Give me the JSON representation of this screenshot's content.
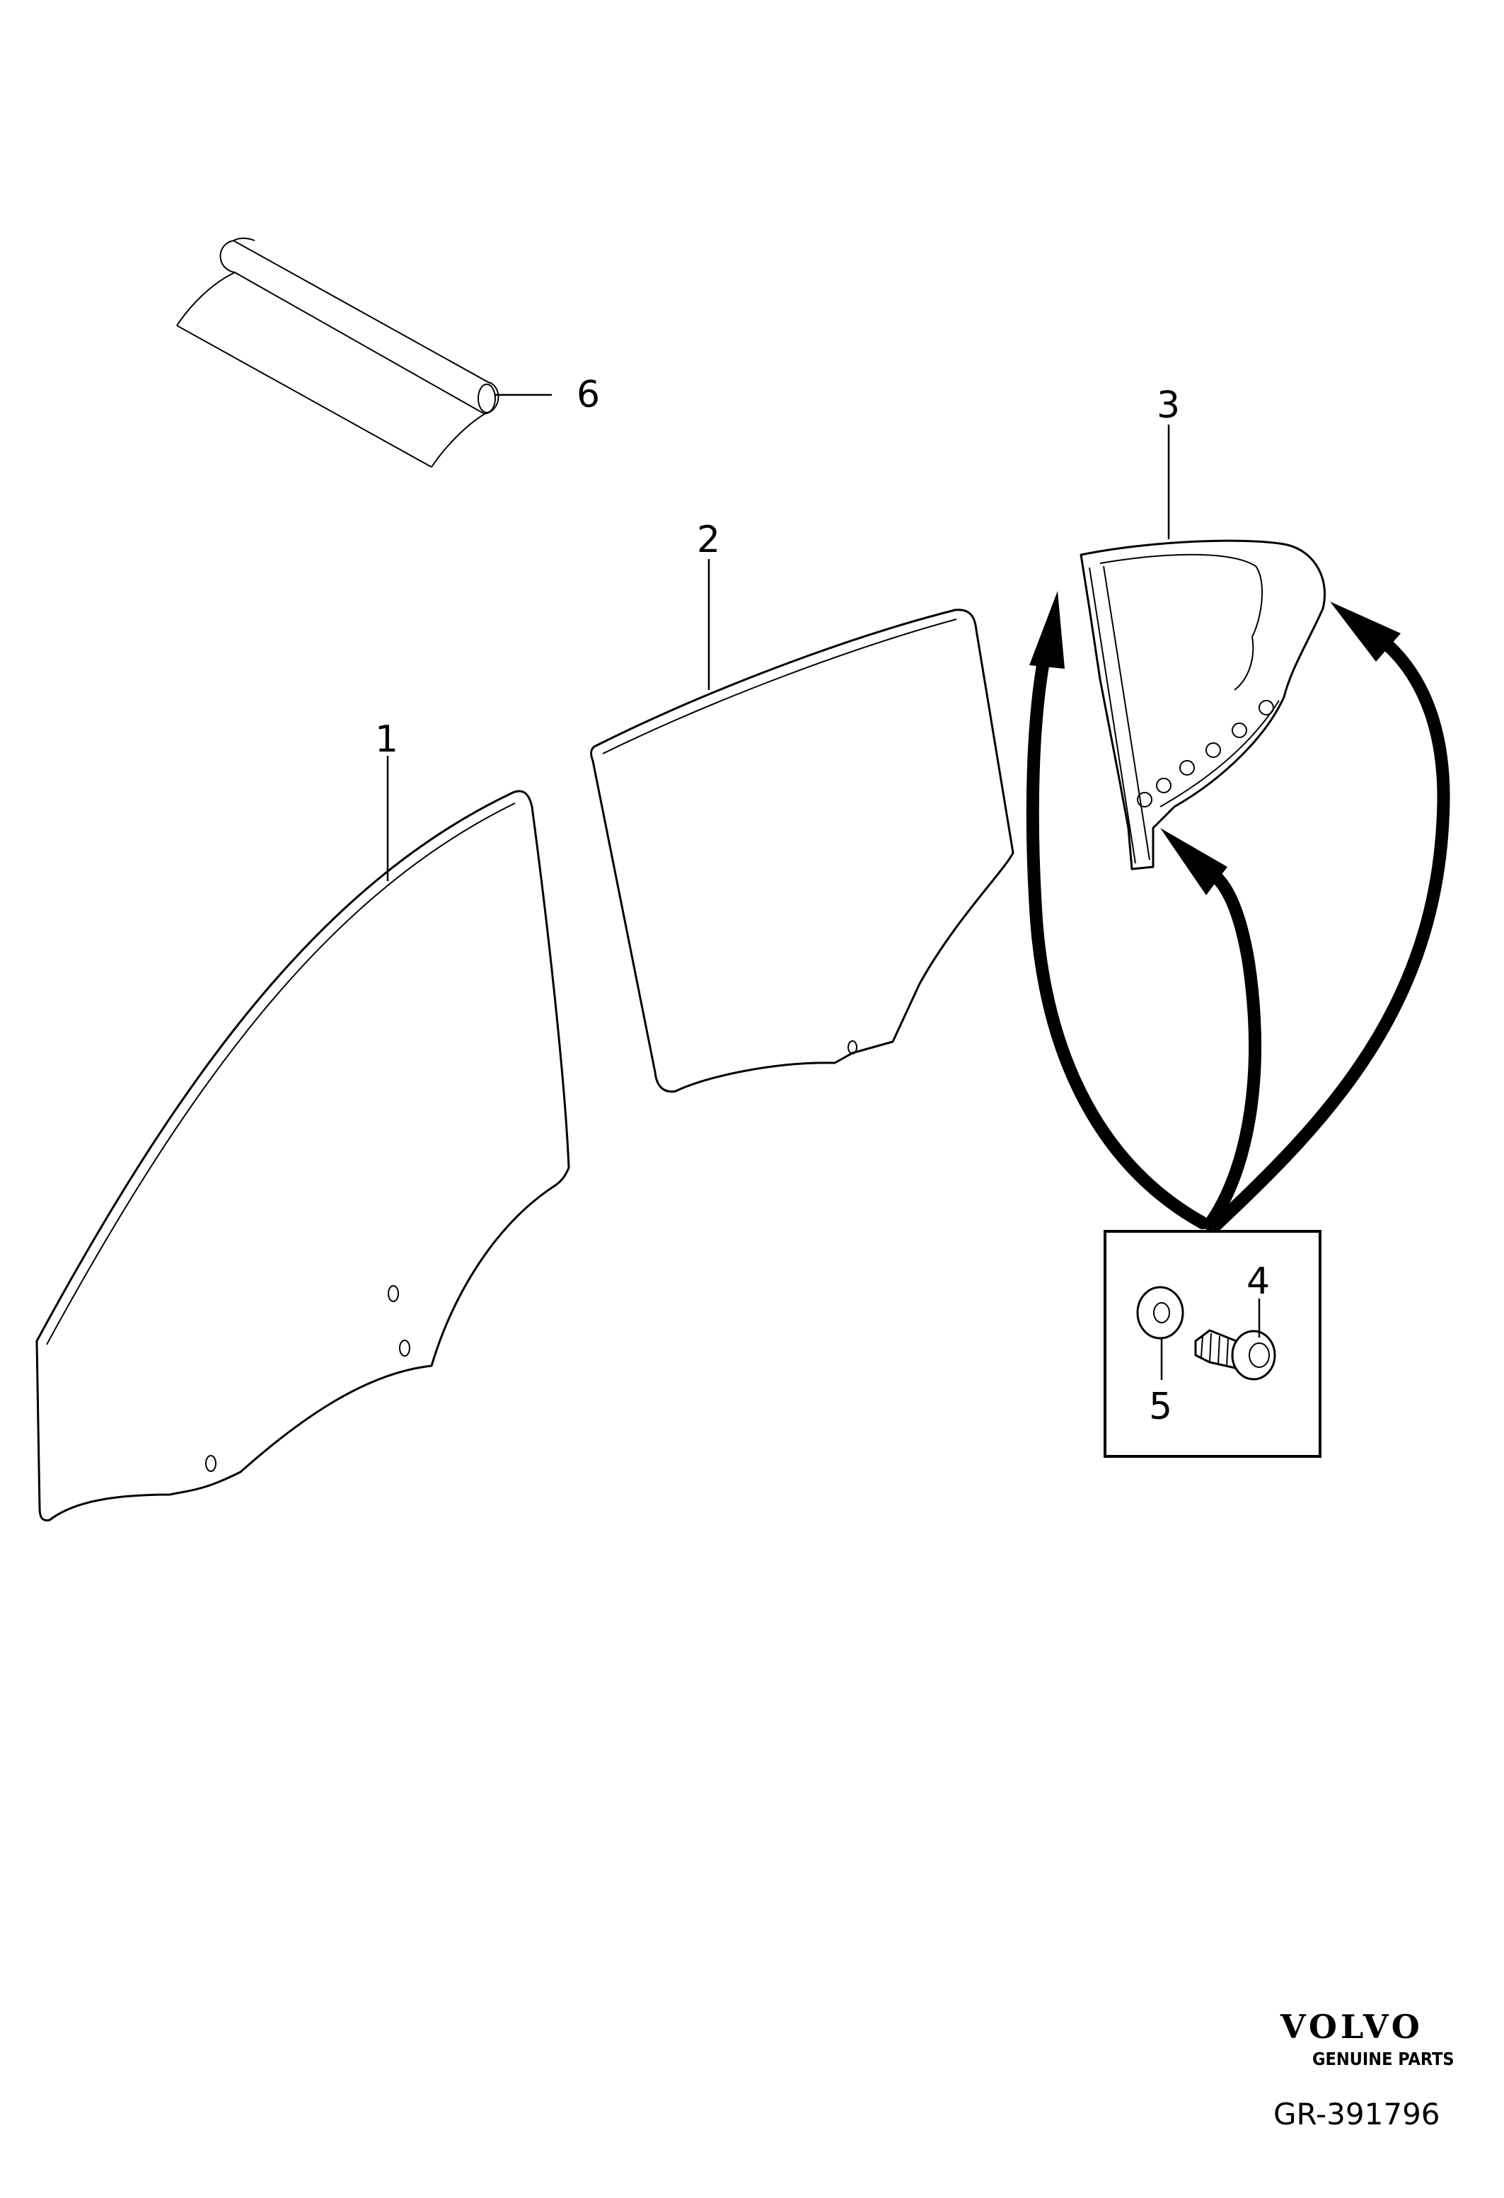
{
  "callouts": {
    "p1": "1",
    "p2": "2",
    "p3": "3",
    "p4": "4",
    "p5": "5",
    "p6": "6"
  },
  "footer": {
    "brand": "VOLVO",
    "tagline": "GENUINE PARTS",
    "drawing_id": "GR-391796"
  },
  "colors": {
    "ink": "#000000",
    "paper": "#ffffff"
  }
}
